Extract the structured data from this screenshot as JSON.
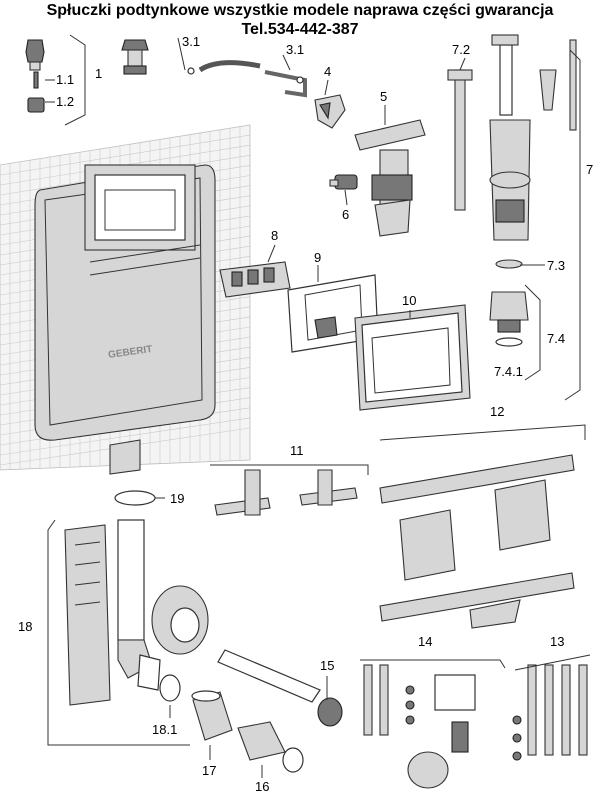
{
  "header": {
    "line1": "Spłuczki podtynkowe wszystkie modele naprawa części gwarancja",
    "line2": "Tel.534-442-387"
  },
  "callouts": {
    "c1": "1",
    "c1_1": "1.1",
    "c1_2": "1.2",
    "c3_1a": "3.1",
    "c3_1b": "3.1",
    "c4": "4",
    "c5": "5",
    "c6": "6",
    "c7": "7",
    "c7_2": "7.2",
    "c7_3": "7.3",
    "c7_4": "7.4",
    "c7_4_1": "7.4.1",
    "c8": "8",
    "c9": "9",
    "c10": "10",
    "c11": "11",
    "c12": "12",
    "c13": "13",
    "c14": "14",
    "c15": "15",
    "c16": "16",
    "c17": "17",
    "c18": "18",
    "c18_1": "18.1",
    "c19": "19"
  },
  "tank_brand": "GEBERIT"
}
